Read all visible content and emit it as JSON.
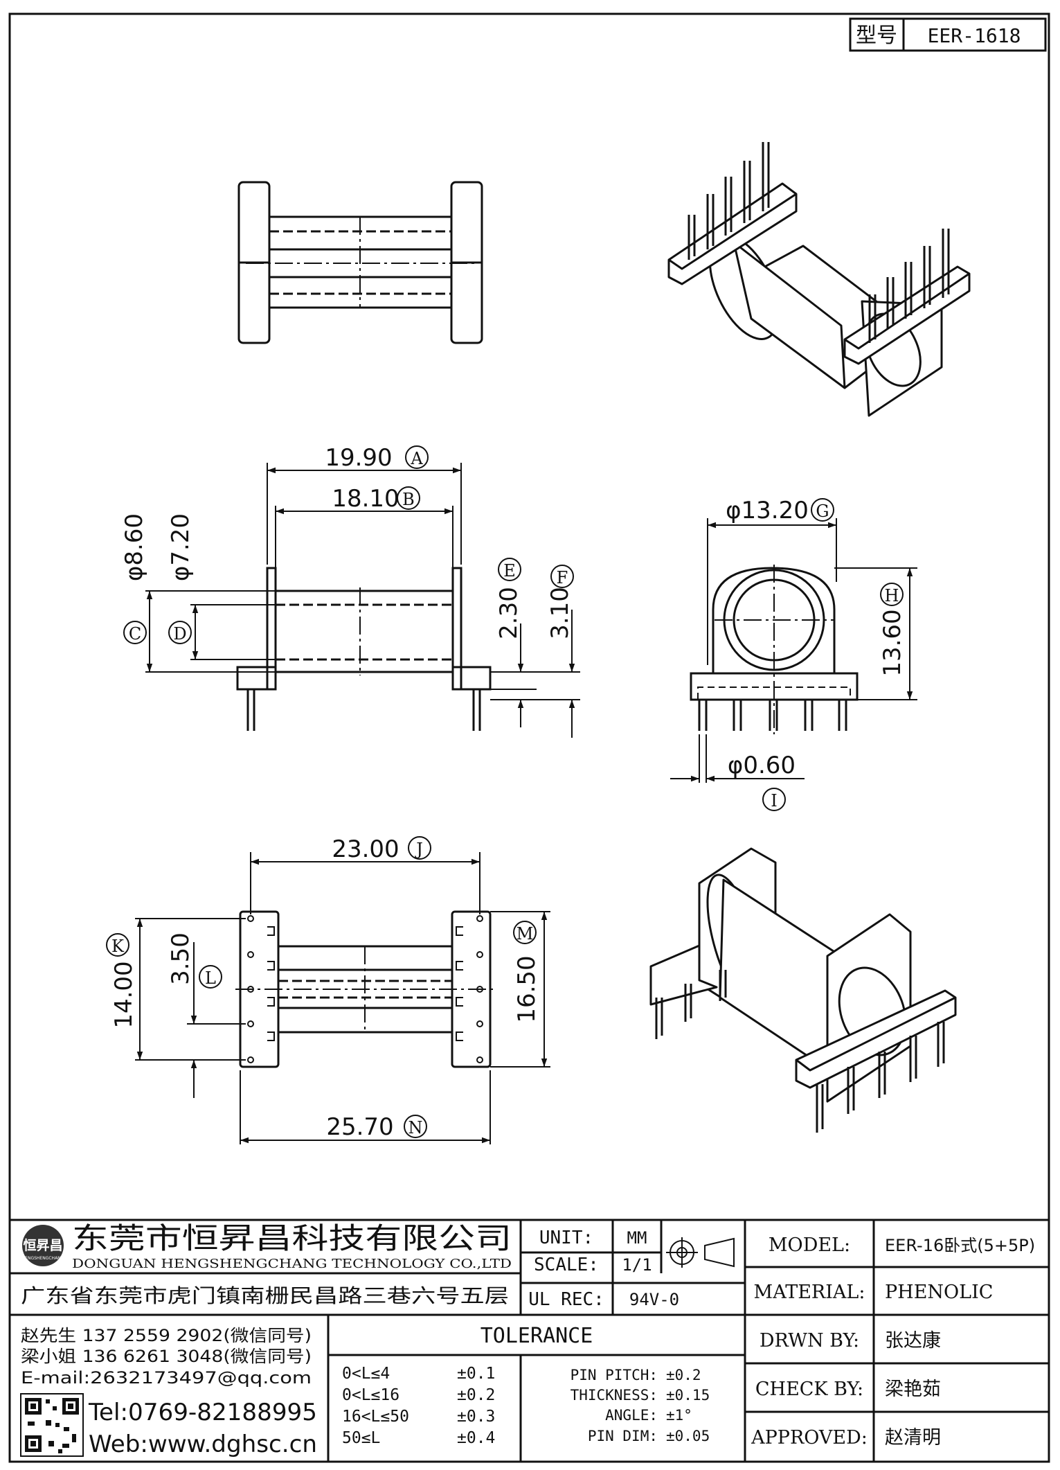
{
  "header": {
    "type_label": "型号",
    "type_value": "EER-1618"
  },
  "dims": {
    "A": {
      "value": "19.90",
      "tag": "A"
    },
    "B": {
      "value": "18.10",
      "tag": "B"
    },
    "C": {
      "value": "φ8.60",
      "tag": "C"
    },
    "D": {
      "value": "φ7.20",
      "tag": "D"
    },
    "E": {
      "value": "2.30",
      "tag": "E"
    },
    "F": {
      "value": "3.10",
      "tag": "F"
    },
    "G": {
      "value": "φ13.20",
      "tag": "G"
    },
    "H": {
      "value": "13.60",
      "tag": "H"
    },
    "I": {
      "value": "φ0.60",
      "tag": "I"
    },
    "J": {
      "value": "23.00",
      "tag": "J"
    },
    "K": {
      "value": "14.00",
      "tag": "K"
    },
    "L": {
      "value": "3.50",
      "tag": "L"
    },
    "M": {
      "value": "16.50",
      "tag": "M"
    },
    "N": {
      "value": "25.70",
      "tag": "N"
    }
  },
  "company": {
    "name_cn": "东莞市恒昇昌科技有限公司",
    "name_en": "DONGUAN HENGSHENGCHANG TECHNOLOGY CO.,LTD",
    "logo_text": "恒昇昌",
    "logo_sub": "HENGSHENGCHANG",
    "address": "广东省东莞市虎门镇南栅民昌路三巷六号五层",
    "contacts": [
      "赵先生 137 2559 2902(微信同号)",
      "梁小姐 136 6261 3048(微信同号)",
      "E-mail:2632173497@qq.com"
    ],
    "tel": "Tel:0769-82188995",
    "web": "Web:www.dghsc.cn"
  },
  "spec": {
    "unit_label": "UNIT:",
    "unit_value": "MM",
    "scale_label": "SCALE:",
    "scale_value": "1/1",
    "ulrec_label": "UL REC:",
    "ulrec_value": "94V-0"
  },
  "tolerance": {
    "title": "TOLERANCE",
    "ranges": [
      {
        "range": "0<L≤4",
        "tol": "±0.1"
      },
      {
        "range": "0<L≤16",
        "tol": "±0.2"
      },
      {
        "range": "16<L≤50",
        "tol": "±0.3"
      },
      {
        "range": "50≤L",
        "tol": "±0.4"
      }
    ],
    "others": [
      {
        "label": "PIN PITCH:",
        "tol": "±0.2"
      },
      {
        "label": "THICKNESS:",
        "tol": "±0.15"
      },
      {
        "label": "ANGLE:",
        "tol": "±1°"
      },
      {
        "label": "PIN DIM:",
        "tol": "±0.05"
      }
    ]
  },
  "info": {
    "model_label": "MODEL:",
    "model_value": "EER-16卧式(5+5P)",
    "material_label": "MATERIAL:",
    "material_value": "PHENOLIC",
    "drwn_label": "DRWN BY:",
    "drwn_value": "张达康",
    "check_label": "CHECK BY:",
    "check_value": "梁艳茹",
    "approved_label": "APPROVED:",
    "approved_value": "赵清明"
  }
}
